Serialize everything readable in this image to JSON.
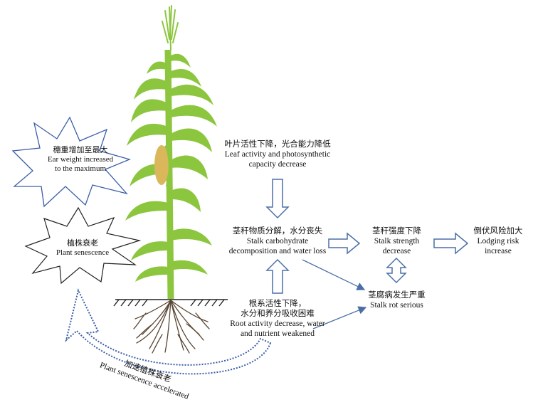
{
  "labels": {
    "ear_weight": {
      "cn": "穗重增加至最大",
      "en1": "Ear weight increased",
      "en2": "to the maximum"
    },
    "plant_senescence": {
      "cn": "植株衰老",
      "en": "Plant senescence"
    },
    "leaf_activity": {
      "cn": "叶片活性下降，光合能力降低",
      "en1": "Leaf activity and photosynthetic",
      "en2": "capacity decrease"
    },
    "stalk_decomp": {
      "cn": "茎秆物质分解，水分丧失",
      "en1": "Stalk carbohydrate",
      "en2": "decomposition and water loss"
    },
    "root_activity": {
      "cn1": "根系活性下降，",
      "cn2": "水分和养分吸收困难",
      "en1": "Root activity decrease, water",
      "en2": "and nutrient weakened"
    },
    "stalk_strength": {
      "cn": "茎秆强度下降",
      "en1": "Stalk strength",
      "en2": "decrease"
    },
    "lodging_risk": {
      "cn": "倒伏风险加大",
      "en1": "Lodging risk",
      "en2": "increase"
    },
    "stalk_rot": {
      "cn": "茎腐病发生严重",
      "en": "Stalk rot serious"
    },
    "accelerated": {
      "cn": "加速植株衰老",
      "en": "Plant senescence accelerated"
    }
  },
  "colors": {
    "leaf_green": "#8cc63f",
    "leaf_dark": "#5e9e2a",
    "ear": "#d9b75a",
    "root": "#5a4634",
    "arrow_stroke": "#4a6fa5",
    "dotted_arrow": "#3b5ea8"
  }
}
